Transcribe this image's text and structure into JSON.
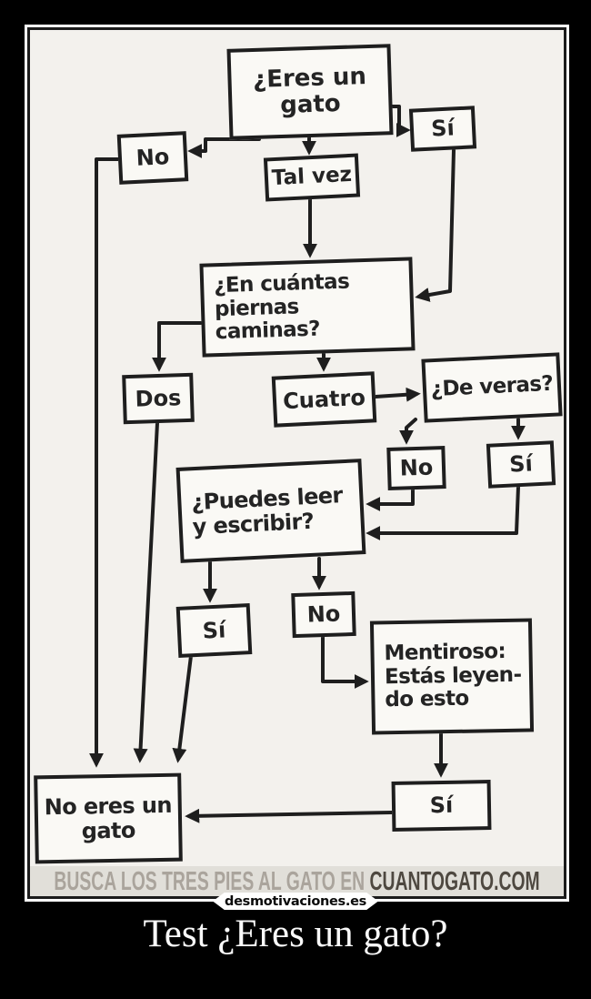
{
  "meta": {
    "caption": "Test ¿Eres un gato?"
  },
  "watermark": {
    "prefix": "BUSCA LOS TRES PIES AL GATO EN ",
    "site": "CUANTOGATO.COM"
  },
  "banner": {
    "site_label": "desmotivaciones.es"
  },
  "flowchart": {
    "colors": {
      "ink": "#1e1e1e",
      "paper": "#f3f1ed",
      "box_fill": "#faf9f5",
      "background": "#000000"
    },
    "nodes": {
      "eres_un_gato": {
        "line1": "¿Eres un",
        "line2": "gato"
      },
      "si_top": {
        "label": "Sí"
      },
      "no_top": {
        "label": "No"
      },
      "tal_vez": {
        "label": "Tal vez"
      },
      "en_cuantas": {
        "line1": "¿En cuántas",
        "line2": "piernas caminas?"
      },
      "dos": {
        "label": "Dos"
      },
      "cuatro": {
        "label": "Cuatro"
      },
      "de_veras": {
        "label": "¿De veras?"
      },
      "no_mid": {
        "label": "No"
      },
      "si_mid": {
        "label": "Sí"
      },
      "puedes": {
        "line1": "¿Puedes leer",
        "line2": "y escribir?"
      },
      "si_low": {
        "label": "Sí"
      },
      "no_low": {
        "label": "No"
      },
      "mentiroso": {
        "line1": "Mentiroso:",
        "line2": "Estás leyen-",
        "line3": "do esto"
      },
      "si_bottom": {
        "label": "Sí"
      },
      "no_eres": {
        "line1": "No eres un",
        "line2": "gato"
      }
    },
    "edges": [
      {
        "from": "eres_un_gato",
        "to": "no_top"
      },
      {
        "from": "eres_un_gato",
        "to": "si_top"
      },
      {
        "from": "eres_un_gato",
        "to": "tal_vez"
      },
      {
        "from": "tal_vez",
        "to": "en_cuantas"
      },
      {
        "from": "si_top",
        "to": "en_cuantas"
      },
      {
        "from": "en_cuantas",
        "to": "dos"
      },
      {
        "from": "en_cuantas",
        "to": "cuatro"
      },
      {
        "from": "cuatro",
        "to": "de_veras"
      },
      {
        "from": "de_veras",
        "to": "no_mid"
      },
      {
        "from": "de_veras",
        "to": "si_mid"
      },
      {
        "from": "no_mid",
        "to": "puedes"
      },
      {
        "from": "si_mid",
        "to": "puedes"
      },
      {
        "from": "puedes",
        "to": "si_low"
      },
      {
        "from": "puedes",
        "to": "no_low"
      },
      {
        "from": "no_low",
        "to": "mentiroso"
      },
      {
        "from": "mentiroso",
        "to": "si_bottom"
      },
      {
        "from": "si_bottom",
        "to": "no_eres"
      },
      {
        "from": "no_top",
        "to": "no_eres"
      },
      {
        "from": "dos",
        "to": "no_eres"
      },
      {
        "from": "si_low",
        "to": "no_eres"
      }
    ]
  }
}
